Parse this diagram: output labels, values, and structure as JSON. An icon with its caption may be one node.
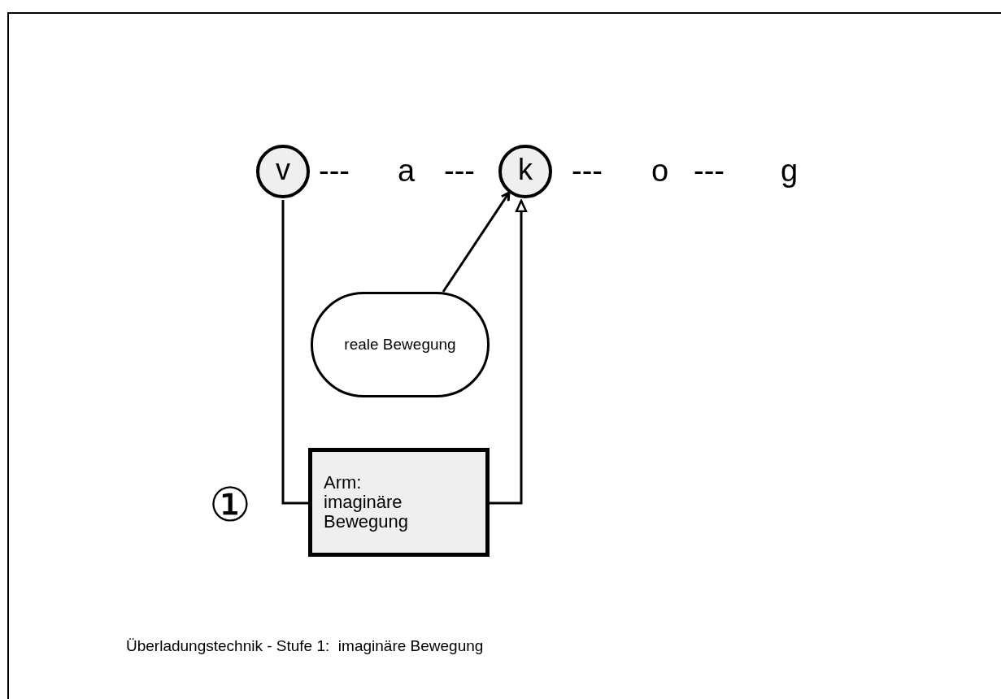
{
  "diagram": {
    "caption": "Überladungstechnik - Stufe 1:  imaginäre Bewegung",
    "nodes": [
      {
        "text": [
          "v"
        ]
      },
      {
        "text": [
          "k"
        ]
      },
      {
        "text": [
          "reale Bewegung"
        ]
      },
      {
        "text": [
          "Arm: imaginäre Bewegung"
        ]
      }
    ],
    "edges": [
      {
        "from": 0,
        "to": 3,
        "arrow": "none"
      },
      {
        "from": 2,
        "to": 1,
        "arrow": "to"
      },
      {
        "from": 3,
        "to": 1,
        "arrow": "to"
      }
    ],
    "labels": [
      "---",
      "a",
      "---",
      "---",
      "o",
      "---",
      "g",
      "①"
    ]
  }
}
